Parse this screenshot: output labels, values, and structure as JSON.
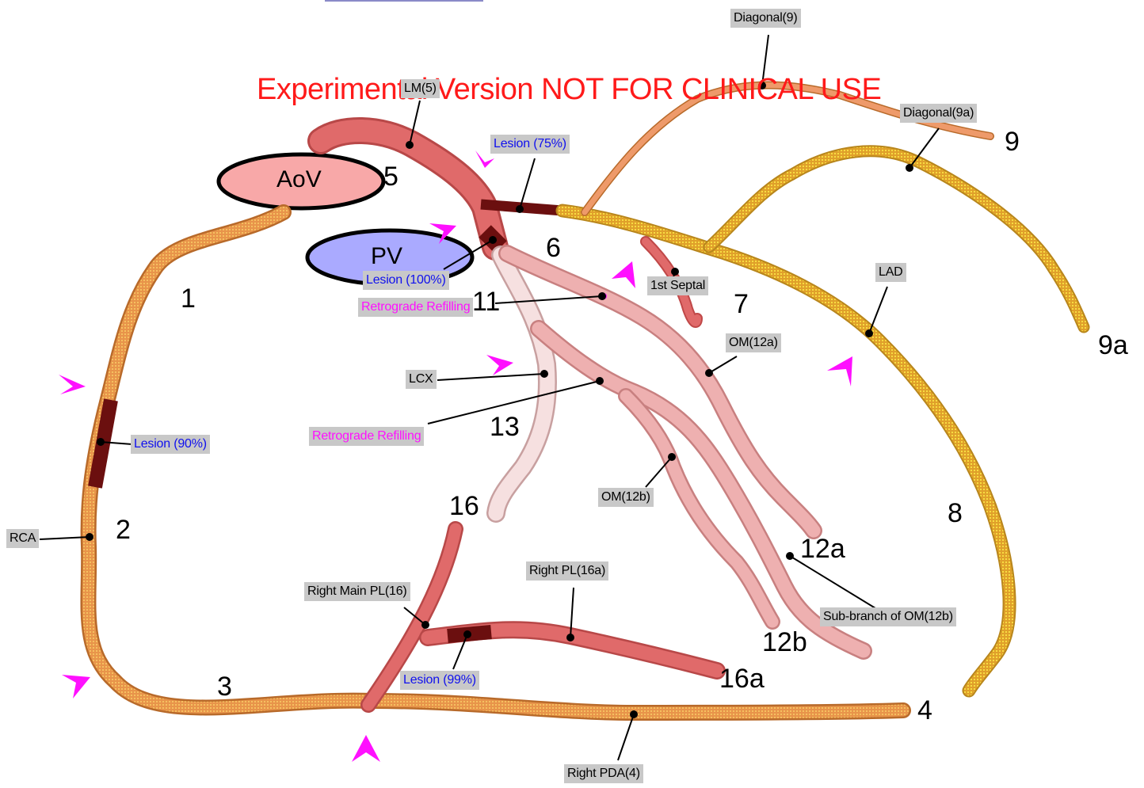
{
  "watermark": "Experimental Version NOT FOR CLINICAL USE",
  "ellipses": {
    "aov": "AoV",
    "pv": "PV"
  },
  "callouts": {
    "diagonal9": "Diagonal(9)",
    "lm5": "LM(5)",
    "diagonal9a": "Diagonal(9a)",
    "lesion75": "Lesion (75%)",
    "lesion100": "Lesion (100%)",
    "retro1": "Retrograde Refilling",
    "first_septal": "1st Septal",
    "lad": "LAD",
    "om12a": "OM(12a)",
    "lcx": "LCX",
    "lesion90": "Lesion (90%)",
    "retro2": "Retrograde Refilling",
    "om12b": "OM(12b)",
    "rca": "RCA",
    "right_pl16a": "Right PL(16a)",
    "right_main_pl16": "Right Main PL(16)",
    "sub_om12b": "Sub-branch of OM(12b)",
    "lesion99": "Lesion (99%)",
    "right_pda4": "Right PDA(4)"
  },
  "segments": {
    "s1": "1",
    "s2": "2",
    "s3": "3",
    "s4": "4",
    "s5": "5",
    "s6": "6",
    "s7": "7",
    "s8": "8",
    "s9": "9",
    "s9a": "9a",
    "s11": "11",
    "s12a": "12a",
    "s12b": "12b",
    "s13": "13",
    "s16": "16",
    "s16a": "16a"
  },
  "colors": {
    "rca": "#e8944a",
    "lad": "#ecb92e",
    "left_main": "#e06a6a",
    "lcx": "#f3d6d6",
    "om": "#eaa3a3",
    "lesion": "#6b0f0f",
    "marker": "#ff10ff",
    "aov_fill": "#f8a8a8",
    "pv_fill": "#aaaaff",
    "watermark": "#ff1a1a"
  }
}
